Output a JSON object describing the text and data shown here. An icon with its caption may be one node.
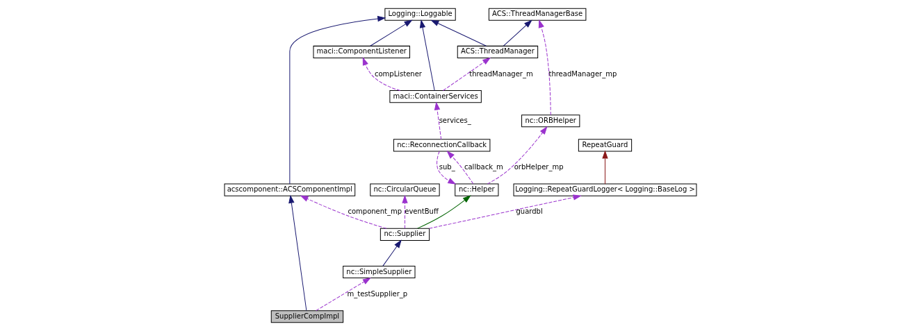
{
  "diagram": {
    "nodes": [
      {
        "text": [
          "Logging::Loggable"
        ]
      },
      {
        "text": [
          "ACS::ThreadManagerBase"
        ]
      },
      {
        "text": [
          "RepeatGuard"
        ]
      },
      {
        "text": [
          "maci::ComponentListener"
        ]
      },
      {
        "text": [
          "ACS::ThreadManager"
        ]
      },
      {
        "text": [
          "nc::ORBHelper"
        ]
      },
      {
        "text": [
          "nc::CircularQueue"
        ]
      },
      {
        "text": [
          "Logging::RepeatGuardLogger< Logging::BaseLog >"
        ]
      },
      {
        "text": [
          "acscomponent::ACSComponentImpl"
        ]
      },
      {
        "text": [
          "maci::ContainerServices"
        ]
      },
      {
        "text": [
          "nc::Helper"
        ]
      },
      {
        "text": [
          "nc::Supplier"
        ]
      },
      {
        "text": [
          "nc::ReconnectionCallback"
        ]
      },
      {
        "text": [
          "nc::SimpleSupplier"
        ]
      },
      {
        "text": [
          "SupplierCompImpl"
        ]
      }
    ],
    "edges": [
      {
        "from": 8,
        "to": 0,
        "arrow": "to",
        "color": "#191970"
      },
      {
        "from": 3,
        "to": 0,
        "arrow": "to",
        "color": "#191970"
      },
      {
        "from": 4,
        "to": 0,
        "arrow": "to",
        "color": "#191970"
      },
      {
        "from": 9,
        "to": 0,
        "arrow": "to",
        "color": "#191970"
      },
      {
        "from": 4,
        "to": 1,
        "arrow": "to",
        "color": "#191970"
      },
      {
        "from": 5,
        "to": 1,
        "arrow": "to",
        "style": "dashed",
        "label": "threadManager_mp"
      },
      {
        "from": 7,
        "to": 2,
        "arrow": "to",
        "color": "#8b1a1a"
      },
      {
        "from": 9,
        "to": 3,
        "arrow": "to",
        "style": "dashed",
        "label": "compListener"
      },
      {
        "from": 9,
        "to": 4,
        "arrow": "to",
        "style": "dashed",
        "label": "threadManager_m"
      },
      {
        "from": 10,
        "to": 5,
        "arrow": "to",
        "style": "dashed",
        "label": "orbHelper_mp"
      },
      {
        "from": 11,
        "to": 6,
        "arrow": "to",
        "style": "dashed",
        "label": "eventBuff"
      },
      {
        "from": 11,
        "to": 7,
        "arrow": "to",
        "style": "dashed",
        "label": "guardbl"
      },
      {
        "from": 11,
        "to": 8,
        "arrow": "to",
        "style": "dashed",
        "label": "component_mp"
      },
      {
        "from": 12,
        "to": 9,
        "arrow": "to",
        "style": "dashed",
        "label": "services_"
      },
      {
        "from": 11,
        "to": 10,
        "arrow": "to",
        "color": "#006400"
      },
      {
        "from": 10,
        "to": 12,
        "arrow": "to",
        "style": "dashed",
        "label": "callback_m"
      },
      {
        "from": 12,
        "to": 10,
        "arrow": "to",
        "style": "dashed",
        "label": "sub_"
      },
      {
        "from": 13,
        "to": 11,
        "arrow": "to",
        "color": "#191970"
      },
      {
        "from": 14,
        "to": 13,
        "arrow": "to",
        "style": "dashed",
        "label": "m_testSupplier_p"
      },
      {
        "from": 14,
        "to": 8,
        "arrow": "to",
        "color": "#191970"
      }
    ]
  }
}
